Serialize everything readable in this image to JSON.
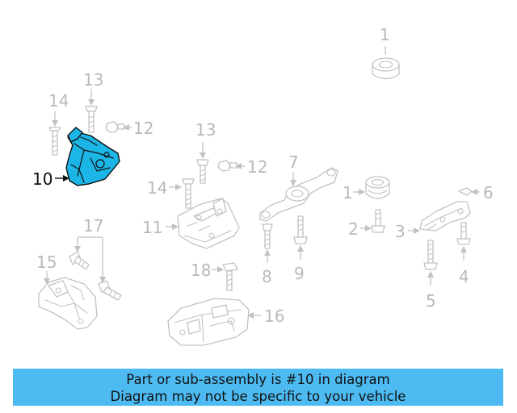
{
  "diagram": {
    "callouts": {
      "c1_top": "1",
      "c1_mid": "1",
      "c2": "2",
      "c3": "3",
      "c4": "4",
      "c5": "5",
      "c6": "6",
      "c7": "7",
      "c8": "8",
      "c9": "9",
      "c10": "10",
      "c11": "11",
      "c12_a": "12",
      "c12_b": "12",
      "c13_a": "13",
      "c13_b": "13",
      "c14_a": "14",
      "c14_b": "14",
      "c15": "15",
      "c16": "16",
      "c17": "17",
      "c18": "18"
    },
    "highlighted_part": "10",
    "colors": {
      "highlight_fill": "#1bb5e6",
      "line_art": "#c2c2c2",
      "banner_bg": "#4dbbf2"
    }
  },
  "banner": {
    "line1": "Part or sub-assembly is #10 in diagram",
    "line2": "Diagram may not be specific to your vehicle"
  }
}
